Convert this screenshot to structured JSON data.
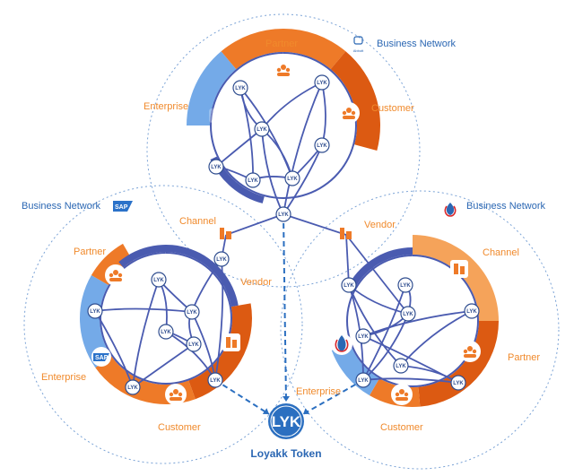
{
  "networks": [
    {
      "business_network": "Business Network",
      "labels": {
        "top": "Partner",
        "left": "Enterprise",
        "right": "Customer"
      },
      "enterprise_logo": "Abbott",
      "header_logo": "Abbott"
    },
    {
      "business_network": "Business Network",
      "labels": {
        "partner": "Partner",
        "enterprise": "Enterprise",
        "customer": "Customer",
        "vendor": "Vendor",
        "channel": "Channel"
      },
      "enterprise_logo": "SAP",
      "header_logo": "SAP"
    },
    {
      "business_network": "Business Network",
      "labels": {
        "channel": "Channel",
        "partner": "Partner",
        "customer": "Customer",
        "enterprise": "Enterprise",
        "vendor": "Vendor"
      },
      "enterprise_logo": "flame-logo",
      "header_logo": "flame-logo"
    }
  ],
  "node_label": "LYK",
  "token": {
    "symbol": "LYK",
    "caption": "Loyakk Token"
  },
  "colors": {
    "orange_light": "#f5a35a",
    "orange": "#ee7a28",
    "orange_dark": "#dc5a12",
    "blue_light": "#74aae8",
    "navy": "#4a5bb0",
    "node_border": "#2f4d8f",
    "token_blue": "#2b6fc0",
    "label_orange": "#f08a2c",
    "label_blue": "#2b67b3"
  },
  "icons": [
    "people-group-icon",
    "building-icon",
    "buildings-icon",
    "factory-icon",
    "sap-logo-icon",
    "abbott-logo-icon",
    "flame-logo-icon"
  ]
}
